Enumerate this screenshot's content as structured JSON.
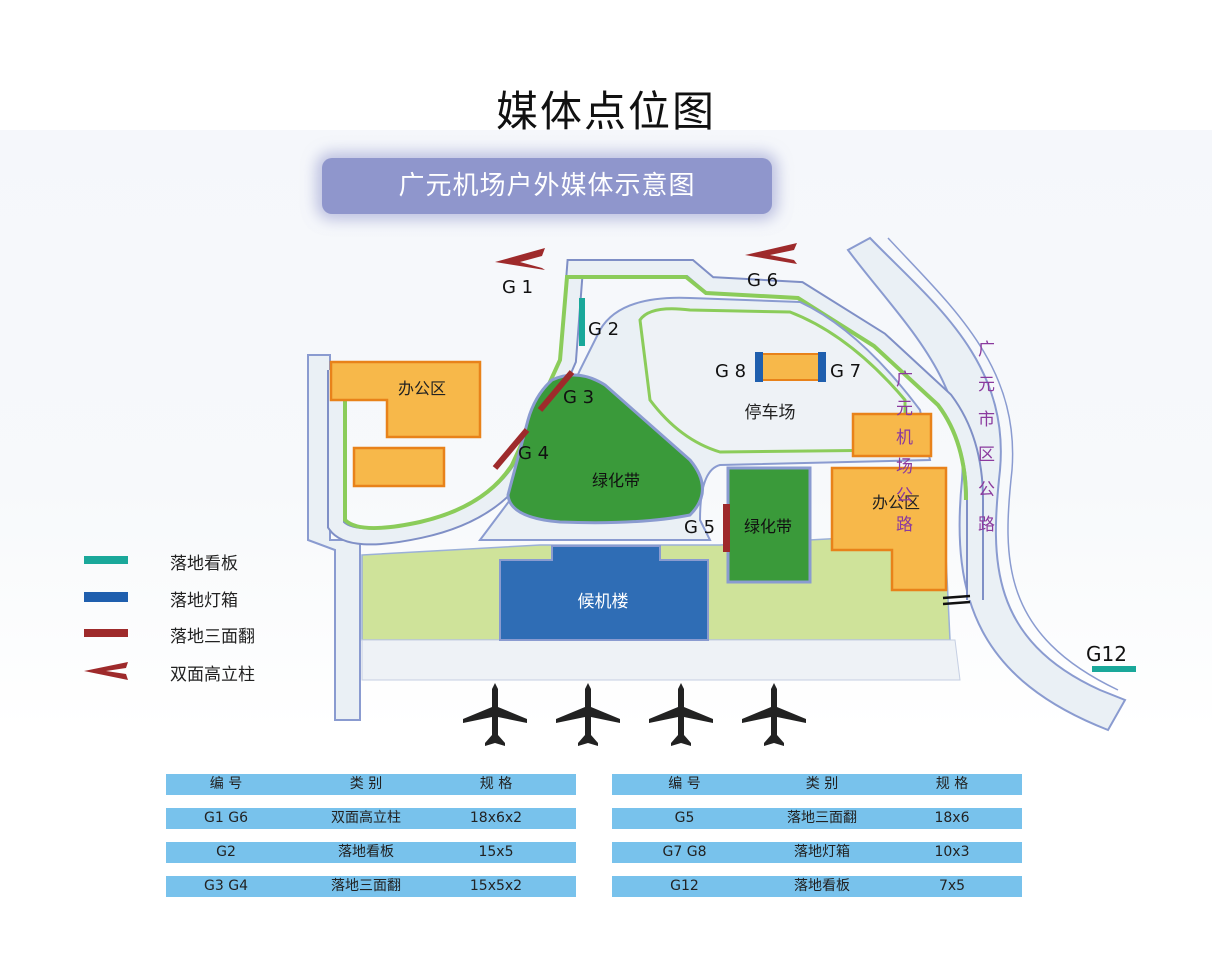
{
  "page_title": "媒体点位图",
  "banner_title": "广元机场户外媒体示意图",
  "map": {
    "areas": {
      "office_1": "办公区",
      "office_2": "办公区",
      "green_1": "绿化带",
      "green_2": "绿化带",
      "parking": "停车场",
      "terminal": "候机楼"
    },
    "roads": {
      "airport_road": "广元机场公路",
      "city_road": "广元市区公路"
    },
    "markers": [
      "G 1",
      "G 2",
      "G 3",
      "G 4",
      "G 5",
      "G 6",
      "G 7",
      "G 8",
      "G12"
    ]
  },
  "legend": [
    {
      "label": "落地看板",
      "color": "#1aa89a"
    },
    {
      "label": "落地灯箱",
      "color": "#1f5fae"
    },
    {
      "label": "落地三面翻",
      "color": "#9e2a2b"
    },
    {
      "label": "双面高立柱",
      "color": "#9e2a2b"
    }
  ],
  "colors": {
    "office": "#f7b84a",
    "office_border": "#e8821a",
    "green": "#3a9a3a",
    "lawn": "#cfe39a",
    "road": "#eaf0f5",
    "road_border": "#7f8fc6",
    "terminal": "#2f6db5",
    "road_text": "#8b3a9e",
    "table_row": "#78c2ec"
  },
  "table_left": {
    "headers": [
      "编 号",
      "类 别",
      "规 格"
    ],
    "rows": [
      [
        "G1  G6",
        "双面高立柱",
        "18x6x2"
      ],
      [
        "G2",
        "落地看板",
        "15x5"
      ],
      [
        "G3  G4",
        "落地三面翻",
        "15x5x2"
      ]
    ]
  },
  "table_right": {
    "headers": [
      "编 号",
      "类 别",
      "规 格"
    ],
    "rows": [
      [
        "G5",
        "落地三面翻",
        "18x6"
      ],
      [
        "G7  G8",
        "落地灯箱",
        "10x3"
      ],
      [
        "G12",
        "落地看板",
        "7x5"
      ]
    ]
  }
}
